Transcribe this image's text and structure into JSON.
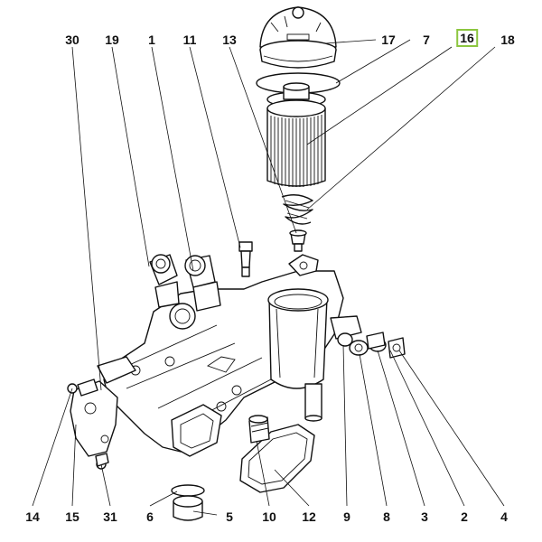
{
  "diagram": {
    "highlight_color": "#8cc63f",
    "callouts": [
      {
        "id": "c30",
        "text": "30"
      },
      {
        "id": "c19",
        "text": "19"
      },
      {
        "id": "c1",
        "text": "1"
      },
      {
        "id": "c11",
        "text": "11"
      },
      {
        "id": "c13",
        "text": "13"
      },
      {
        "id": "c17",
        "text": "17"
      },
      {
        "id": "c7",
        "text": "7"
      },
      {
        "id": "c16",
        "text": "16",
        "highlighted": true
      },
      {
        "id": "c18",
        "text": "18"
      },
      {
        "id": "c14",
        "text": "14"
      },
      {
        "id": "c15",
        "text": "15"
      },
      {
        "id": "c31",
        "text": "31"
      },
      {
        "id": "c6",
        "text": "6"
      },
      {
        "id": "c5",
        "text": "5"
      },
      {
        "id": "c10",
        "text": "10"
      },
      {
        "id": "c12",
        "text": "12"
      },
      {
        "id": "c9",
        "text": "9"
      },
      {
        "id": "c8",
        "text": "8"
      },
      {
        "id": "c3",
        "text": "3"
      },
      {
        "id": "c2",
        "text": "2"
      },
      {
        "id": "c4",
        "text": "4"
      }
    ]
  }
}
